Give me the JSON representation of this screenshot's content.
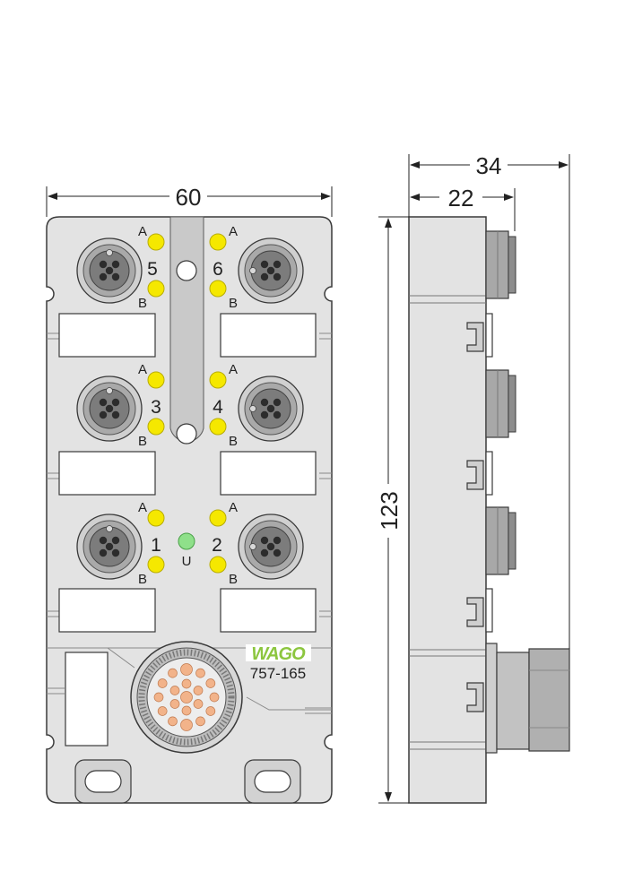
{
  "dimensions": {
    "front_width": "60",
    "side_total_depth": "34",
    "side_body_depth": "22",
    "height": "123"
  },
  "front": {
    "ports": [
      {
        "number": "5",
        "led_a": "A",
        "led_b": "B"
      },
      {
        "number": "6",
        "led_a": "A",
        "led_b": "B"
      },
      {
        "number": "3",
        "led_a": "A",
        "led_b": "B"
      },
      {
        "number": "4",
        "led_a": "A",
        "led_b": "B"
      },
      {
        "number": "1",
        "led_a": "A",
        "led_b": "B"
      },
      {
        "number": "2",
        "led_a": "A",
        "led_b": "B"
      }
    ],
    "power_led_label": "U",
    "brand": "WAGO",
    "model": "757-165"
  },
  "colors": {
    "housing": "#e3e3e3",
    "housing_dark": "#d2d2d2",
    "outline": "#3a3a3a",
    "led_yellow": "#f5e800",
    "led_green": "#8fe08a",
    "brand_green": "#8cc63f",
    "pin_copper": "#f2b38a",
    "connector_gray": "#9c9c9c"
  }
}
